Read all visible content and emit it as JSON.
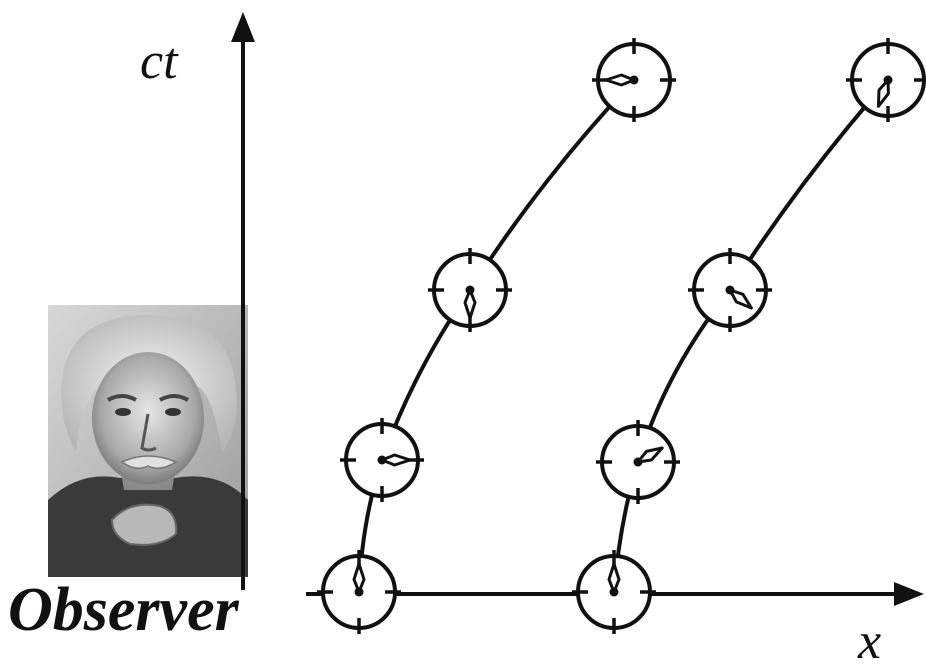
{
  "axes": {
    "time_label": "ct",
    "space_label": "x"
  },
  "observer": {
    "label": "Observer"
  },
  "worldlines": [
    {
      "clocks": [
        {
          "hour_hand_deg": 0
        },
        {
          "hour_hand_deg": 90
        },
        {
          "hour_hand_deg": 180
        },
        {
          "hour_hand_deg": 270
        }
      ]
    },
    {
      "clocks": [
        {
          "hour_hand_deg": 0
        },
        {
          "hour_hand_deg": 60
        },
        {
          "hour_hand_deg": 130
        },
        {
          "hour_hand_deg": 200
        }
      ]
    }
  ]
}
